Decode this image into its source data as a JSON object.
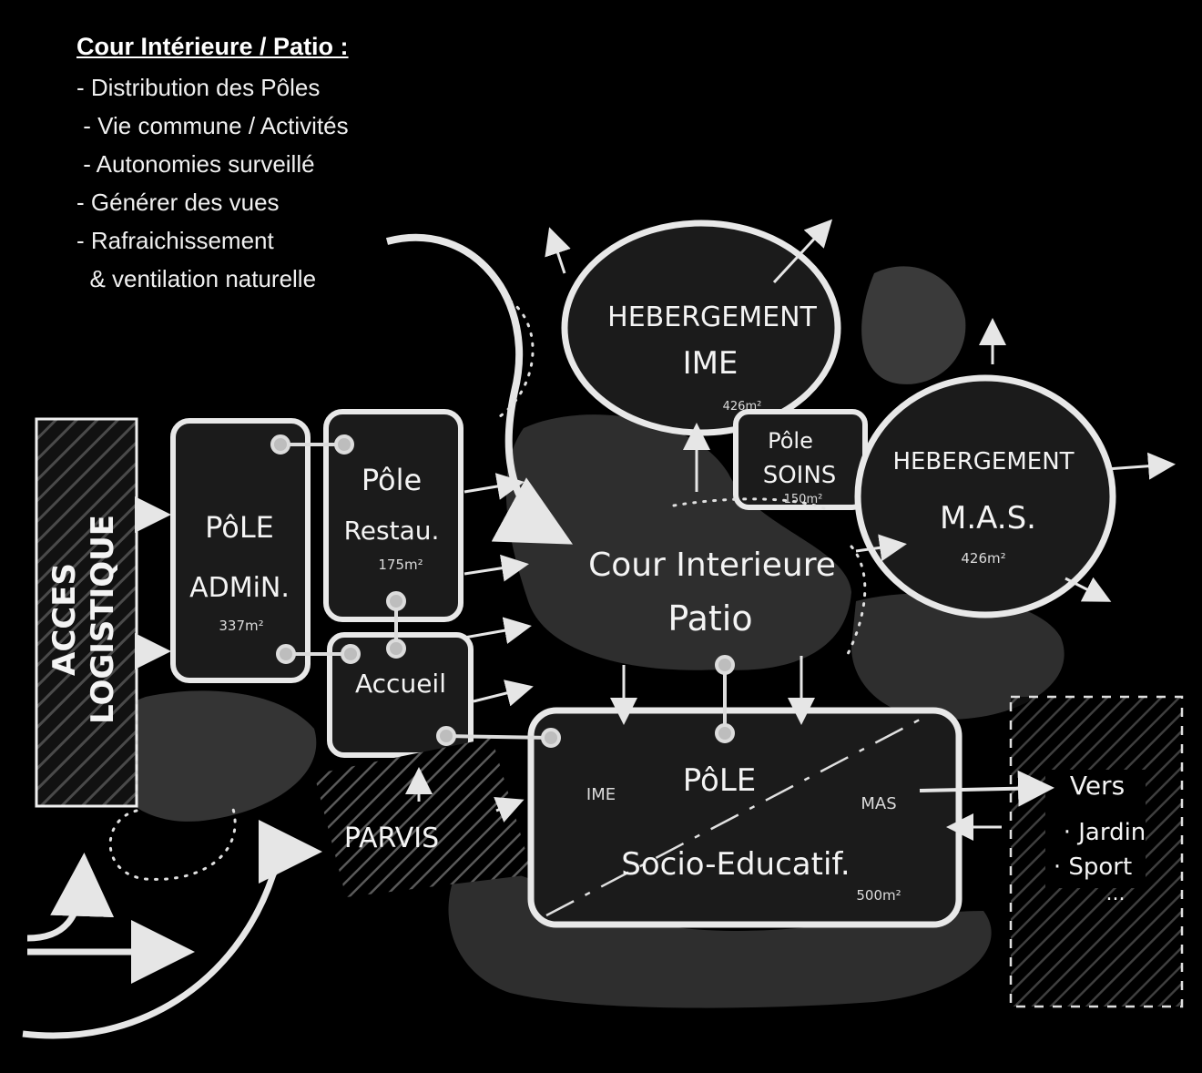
{
  "legend": {
    "title": "Cour Intérieure / Patio :",
    "items": [
      "- Distribution des Pôles",
      " - Vie commune / Activités",
      " - Autonomies surveillé",
      "- Générer des vues",
      "- Rafraichissement",
      "  & ventilation naturelle"
    ]
  },
  "zones": {
    "acces": {
      "line1": "ACCES",
      "line2": "LOGISTIQUE"
    },
    "admin": {
      "line1": "PôLE",
      "line2": "ADMiN.",
      "area": "337m²"
    },
    "restau": {
      "line1": "Pôle",
      "line2": "Restau.",
      "area": "175m²"
    },
    "accueil": {
      "label": "Accueil"
    },
    "hebergement_ime": {
      "line1": "HEBERGEMENT",
      "line2": "IME",
      "area": "426m²"
    },
    "pole_soins": {
      "line1": "Pôle",
      "line2": "SOINS",
      "area": "150m²"
    },
    "hebergement_mas": {
      "line1": "HEBERGEMENT",
      "line2": "M.A.S.",
      "area": "426m²"
    },
    "cour": {
      "line1": "Cour Interieure",
      "line2": "Patio"
    },
    "socio": {
      "line1": "PôLE",
      "line2": "Socio-Educatif.",
      "area": "500m²",
      "left_tag": "IME",
      "right_tag": "MAS"
    },
    "parvis": {
      "label": "PARVIS"
    },
    "vers": {
      "label": "Vers",
      "item1": "· Jardin",
      "item2": "· Sport",
      "more": "..."
    }
  }
}
